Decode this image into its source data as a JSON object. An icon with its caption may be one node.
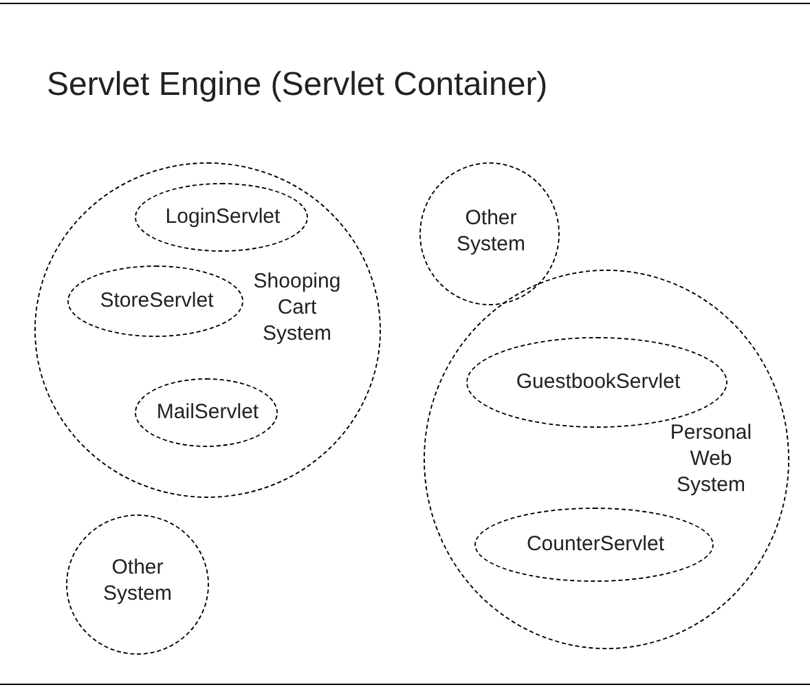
{
  "diagram": {
    "title": "Servlet Engine (Servlet Container)",
    "nodes": [
      {
        "text": [
          "Shooping Cart System"
        ]
      },
      {
        "text": [
          "LoginServlet"
        ],
        "in": 0
      },
      {
        "text": [
          "StoreServlet"
        ],
        "in": 0
      },
      {
        "text": [
          "MailServlet"
        ],
        "in": 0
      },
      {
        "text": [
          "Other System"
        ]
      },
      {
        "text": [
          "Personal Web System"
        ]
      },
      {
        "text": [
          "GuestbookServlet"
        ],
        "in": 5
      },
      {
        "text": [
          "CounterServlet"
        ],
        "in": 5
      },
      {
        "text": [
          "Other System"
        ]
      }
    ]
  }
}
